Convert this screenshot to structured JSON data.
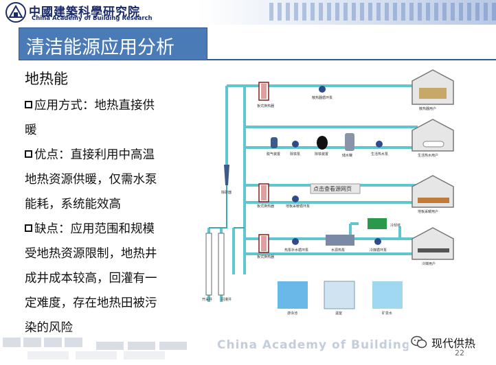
{
  "header": {
    "org_cn": "中國建築科學研究院",
    "org_en": "China Academy of Building Research"
  },
  "title": "清洁能源应用分析",
  "content": {
    "heading": "地热能",
    "lines": [
      "应用方式：地热直接供",
      "暖",
      "优点：直接利用中高温",
      "地热资源供暖，仅需水泵",
      "能耗，系统能效高",
      "缺点：应用范围和规模",
      "受地热资源限制，地热井",
      "成井成本较高，回灌有一",
      "定难度，存在地热田被污",
      "染的风险"
    ]
  },
  "diagram": {
    "bubble": "点击查看源网页",
    "labels": {
      "hx1": "板式换热器",
      "pump1": "散热器循环泵",
      "user1": "散热器用户",
      "sep": "除砂器",
      "deg": "脱气装置",
      "fe": "除铁泵",
      "fedev": "除铁装置",
      "tank": "储水罐",
      "lwpump": "生活热水泵",
      "user2": "生活热水用户",
      "hx2": "板式换热器",
      "pump3": "地板采暖循环泵",
      "user3": "地板采暖用户",
      "tower": "冷却塔",
      "hx3": "板式换热器",
      "pump4": "热泵补水循环泵",
      "hp": "水源热泵",
      "pump5": "冷媒循环泵",
      "user4": "冷媒用户",
      "well1": "开采井",
      "well2": "回灌井",
      "pic1": "游泳池",
      "pic2": "温室",
      "pic3": "矿泉水"
    }
  },
  "footer": {
    "en": "China Academy of Building",
    "wechat": "现代供热",
    "page": "22"
  },
  "colors": {
    "title_bg": "#4b7bb7",
    "pipe": "#5fc6cf",
    "pipe_dark": "#3aa9b5"
  }
}
